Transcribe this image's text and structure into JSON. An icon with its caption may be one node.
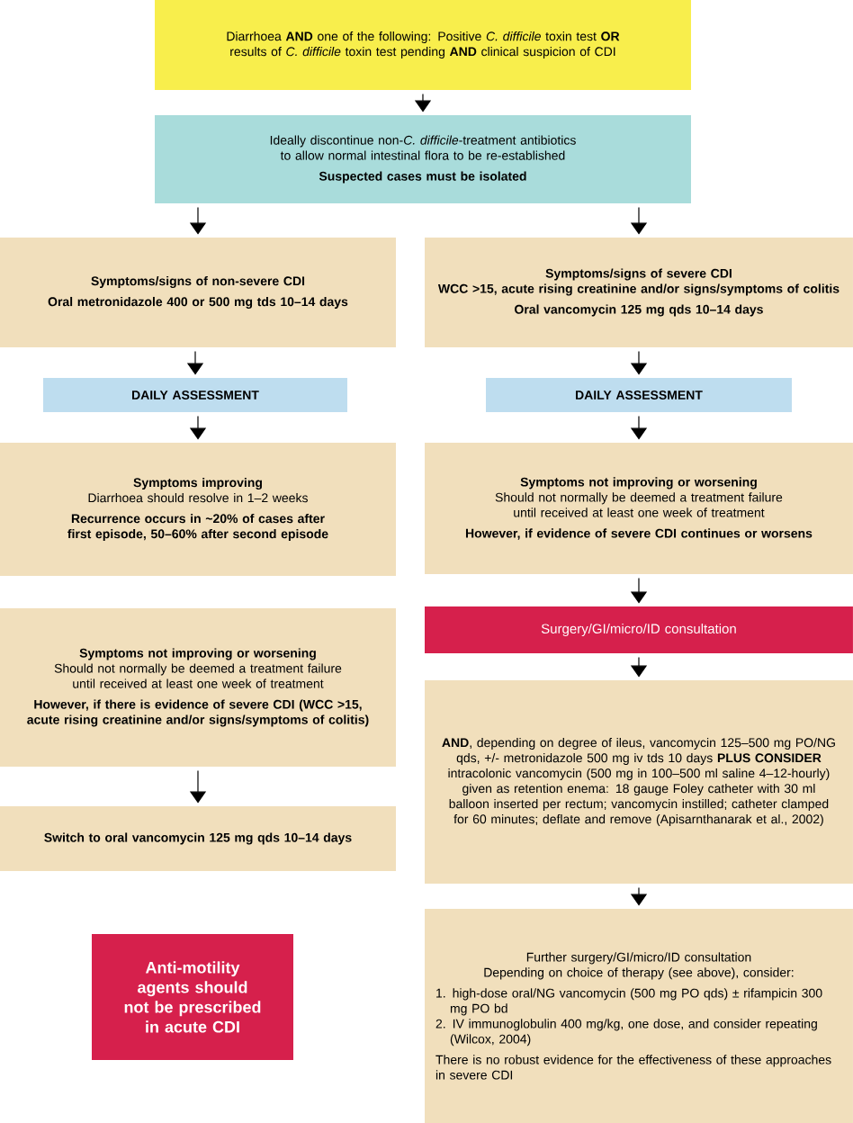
{
  "diagram": {
    "nodes": [
      {
        "text": [
          "Diarrhoea **AND** one of the following: Positive *C. difficile* toxin test **OR** results of *C. difficile* toxin test pending **AND** clinical suspicion of CDI"
        ]
      },
      {
        "text": [
          "Ideally discontinue non-*C. difficile*-treatment antibiotics to allow normal intestinal flora to be re-established",
          "Suspected cases must be isolated"
        ]
      },
      {
        "text": [
          "Symptoms/signs of non-severe CDI",
          "Oral metronidazole 400 or 500 mg tds 10–14 days"
        ]
      },
      {
        "text": [
          "Symptoms/signs of severe CDI",
          "WCC >15, acute rising creatinine and/or signs/symptoms of colitis",
          "Oral vancomycin 125 mg qds 10–14 days"
        ]
      },
      {
        "text": [
          "DAILY ASSESSMENT"
        ]
      },
      {
        "text": [
          "DAILY ASSESSMENT"
        ]
      },
      {
        "text": [
          "Symptoms improving",
          "Diarrhoea should resolve in 1–2 weeks",
          "Recurrence occurs in ~20% of cases after first episode, 50–60% after second episode"
        ]
      },
      {
        "text": [
          "Symptoms not improving or worsening",
          "Should not normally be deemed a treatment failure until received at least one week of treatment",
          "However, if evidence of severe CDI continues or worsens"
        ]
      },
      {
        "text": [
          "Surgery/GI/micro/ID consultation"
        ]
      },
      {
        "text": [
          "Symptoms not improving or worsening",
          "Should not normally be deemed a treatment failure until received at least one week of treatment",
          "However, if there is evidence of severe CDI (WCC >15, acute rising creatinine and/or signs/symptoms of colitis)"
        ]
      },
      {
        "text": [
          "Switch to oral vancomycin 125 mg qds 10–14 days"
        ]
      },
      {
        "text": [
          "Anti-motility agents should not be prescribed in acute CDI"
        ]
      },
      {
        "text": [
          "**AND**, depending on degree of ileus, vancomycin 125–500 mg PO/NG qds, +/- metronidazole 500 mg iv tds 10 days **PLUS CONSIDER** intracolonic vancomycin (500 mg in 100–500 ml saline 4–12-hourly) given as retention enema: 18 gauge Foley catheter with 30 ml balloon inserted per rectum; vancomycin instilled; catheter clamped for 60 minutes; deflate and remove (Apisarnthanarak et al., 2002)"
        ]
      },
      {
        "text": [
          "Further surgery/GI/micro/ID consultation",
          "Depending on choice of therapy (see above), consider:",
          "1. high-dose oral/NG vancomycin (500 mg PO qds) ± rifampicin 300 mg PO bd",
          "2. IV immunoglobulin 400 mg/kg, one dose, and consider repeating (Wilcox, 2004)",
          "There is no robust evidence for the effectiveness of these approaches in severe CDI"
        ]
      }
    ],
    "edges": [
      {
        "from": 0,
        "to": 1,
        "arrow": "to"
      },
      {
        "from": 1,
        "to": 2,
        "arrow": "to"
      },
      {
        "from": 1,
        "to": 3,
        "arrow": "to"
      },
      {
        "from": 2,
        "to": 4,
        "arrow": "to"
      },
      {
        "from": 3,
        "to": 5,
        "arrow": "to"
      },
      {
        "from": 4,
        "to": 6,
        "arrow": "to"
      },
      {
        "from": 5,
        "to": 7,
        "arrow": "to"
      },
      {
        "from": 7,
        "to": 8,
        "arrow": "to"
      },
      {
        "from": 9,
        "to": 10,
        "arrow": "to"
      },
      {
        "from": 8,
        "to": 12,
        "arrow": "to"
      },
      {
        "from": 12,
        "to": 13,
        "arrow": "to"
      }
    ]
  }
}
